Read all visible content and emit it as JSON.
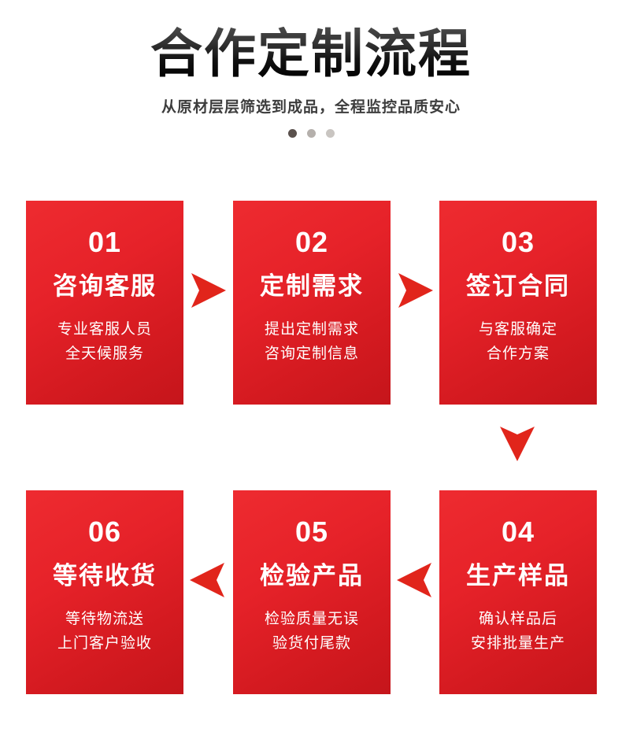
{
  "header": {
    "title": "合作定制流程",
    "subtitle": "从原材层层筛选到成品，全程监控品质安心",
    "dots": [
      "dot-active",
      "dot-inactive",
      "dot-inactive"
    ]
  },
  "colors": {
    "card_red_light": "#EE2B30",
    "card_red_dark": "#C5151B",
    "arrow_red": "#E1251B",
    "title_dark": "#000000",
    "subtitle_gray": "#3D3D3D",
    "dot_active": "#5A514D",
    "dot_inactive": "#C9C5C1"
  },
  "steps": [
    {
      "number": "01",
      "title": "咨询客服",
      "desc_lines": [
        "专业客服人员",
        "全天候服务"
      ]
    },
    {
      "number": "02",
      "title": "定制需求",
      "desc_lines": [
        "提出定制需求",
        "咨询定制信息"
      ]
    },
    {
      "number": "03",
      "title": "签订合同",
      "desc_lines": [
        "与客服确定",
        "合作方案"
      ]
    },
    {
      "number": "04",
      "title": "生产样品",
      "desc_lines": [
        "确认样品后",
        "安排批量生产"
      ]
    },
    {
      "number": "05",
      "title": "检验产品",
      "desc_lines": [
        "检验质量无误",
        "验货付尾款"
      ]
    },
    {
      "number": "06",
      "title": "等待收货",
      "desc_lines": [
        "等待物流送",
        "上门客户验收"
      ]
    }
  ],
  "connectors": [
    {
      "name": "arrow-step1-to-step2",
      "direction": "right"
    },
    {
      "name": "arrow-step2-to-step3",
      "direction": "right"
    },
    {
      "name": "arrow-step3-to-step4",
      "direction": "down"
    },
    {
      "name": "arrow-step4-to-step5",
      "direction": "left"
    },
    {
      "name": "arrow-step5-to-step6",
      "direction": "left"
    }
  ]
}
